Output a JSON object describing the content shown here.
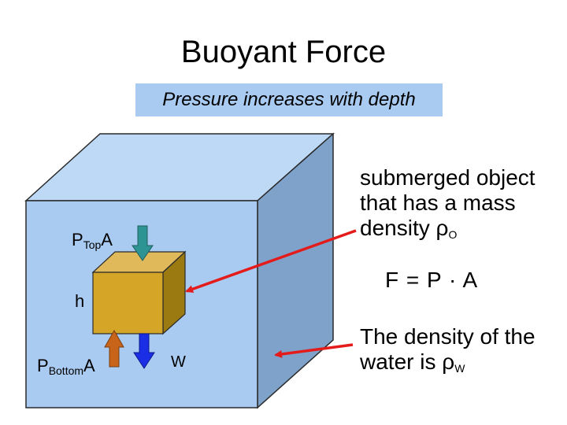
{
  "title": "Buoyant Force",
  "subtitle": "Pressure increases with depth",
  "labels": {
    "p_top": "P",
    "p_top_sub": "Top",
    "p_top_suffix": "A",
    "h": "h",
    "p_bottom": "P",
    "p_bottom_sub": "Bottom",
    "p_bottom_suffix": "A",
    "w": "W"
  },
  "object_note": {
    "line1": "submerged object",
    "line2": "that has a mass",
    "line3_prefix": "density ρ",
    "line3_sub": "O"
  },
  "formula": "F = P · A",
  "water_note": {
    "line1": "The density of the",
    "line2_prefix": "water is ρ",
    "line2_sub": "W"
  },
  "colors": {
    "water_front": "#a9cbf1",
    "water_top": "#bed9f5",
    "water_side": "#7ea2c9",
    "object_front": "#d4a526",
    "object_top": "#dfb95a",
    "object_side": "#9b7a12",
    "arrow_top": "#2e9393",
    "arrow_bottom": "#c8641a",
    "arrow_weight": "#1a2ee6",
    "pointer": "#e41b1b"
  }
}
